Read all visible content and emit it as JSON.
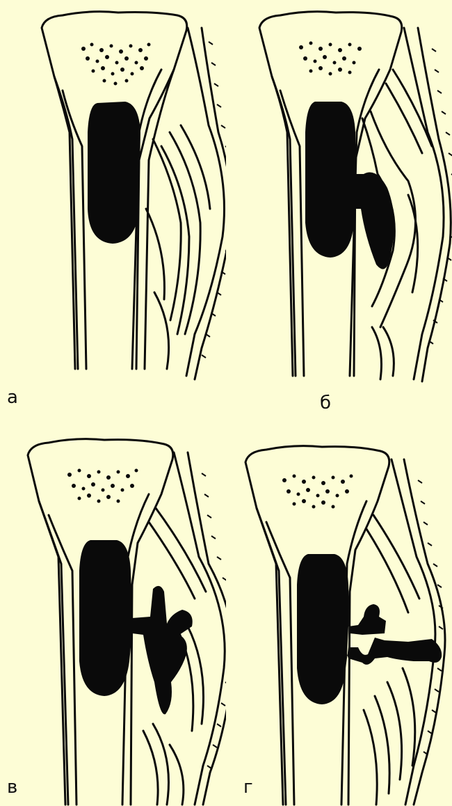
{
  "figure": {
    "background_color": "#fdfdd6",
    "ink_color": "#0a0a0a",
    "panels": [
      {
        "id": "a",
        "label": "а",
        "stage": "focus-inside-bone"
      },
      {
        "id": "b",
        "label": "б",
        "stage": "breach-with-subperiosteal-swelling"
      },
      {
        "id": "v",
        "label": "в",
        "stage": "spread-into-soft-tissue"
      },
      {
        "id": "g",
        "label": "г",
        "stage": "drainage-through-skin"
      }
    ]
  }
}
